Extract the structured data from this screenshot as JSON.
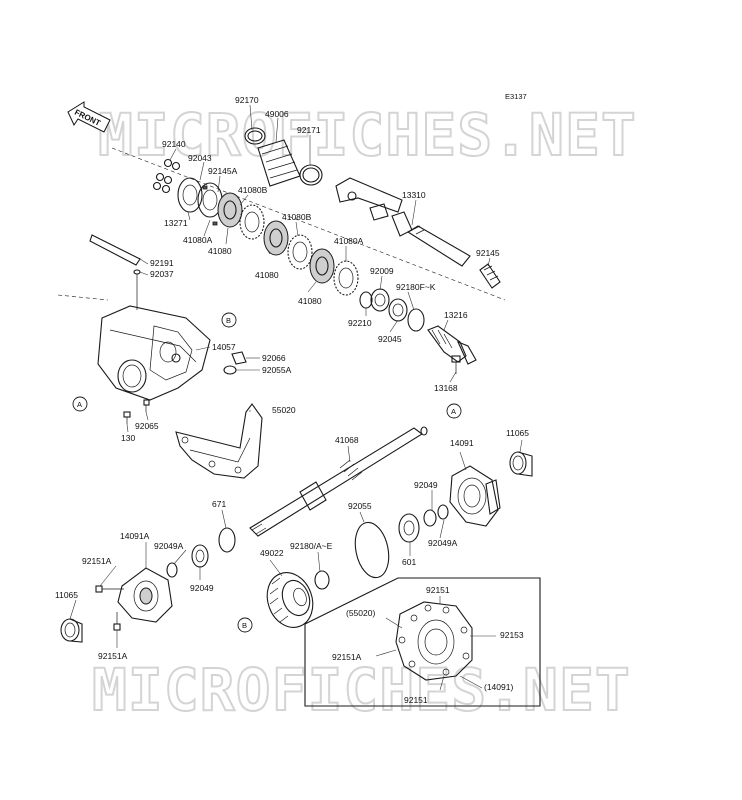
{
  "diagram_code": "E3137",
  "watermark": "MICROFICHES.NET",
  "front_arrow_label": "FRONT",
  "callouts": {
    "a": "A",
    "b": "B"
  },
  "parts": {
    "p92170": "92170",
    "p49006": "49006",
    "p92171": "92171",
    "p92140": "92140",
    "p92043": "92043",
    "p92145A": "92145A",
    "p41080B_1": "41080B",
    "p41080B_2": "41080B",
    "p13271": "13271",
    "p41080A_1": "41080A",
    "p41080A_2": "41080A",
    "p41080_1": "41080",
    "p41080_2": "41080",
    "p41080_3": "41080",
    "p13310": "13310",
    "p92145": "92145",
    "p92191": "92191",
    "p92037": "92037",
    "p92009": "92009",
    "p92180FK": "92180F~K",
    "p92210": "92210",
    "p92045": "92045",
    "p13216": "13216",
    "p13168": "13168",
    "p14057": "14057",
    "p92066": "92066",
    "p92055A": "92055A",
    "p55020": "55020",
    "p92065": "92065",
    "p130": "130",
    "p41068": "41068",
    "p14091": "14091",
    "p11065_r": "11065",
    "p92049_r": "92049",
    "p92049A_r": "92049A",
    "p601": "601",
    "p92055": "92055",
    "p671": "671",
    "p14091A": "14091A",
    "p92049A_l": "92049A",
    "p92049_l": "92049",
    "p92151A_1": "92151A",
    "p92151A_2": "92151A",
    "p11065_l": "11065",
    "p49022": "49022",
    "p92180AE": "92180/A~E",
    "p92151_top": "92151",
    "p55020_box": "(55020)",
    "p92153": "92153",
    "p92151A_box": "92151A",
    "p14091_box": "(14091)",
    "p92151_bot": "92151"
  }
}
